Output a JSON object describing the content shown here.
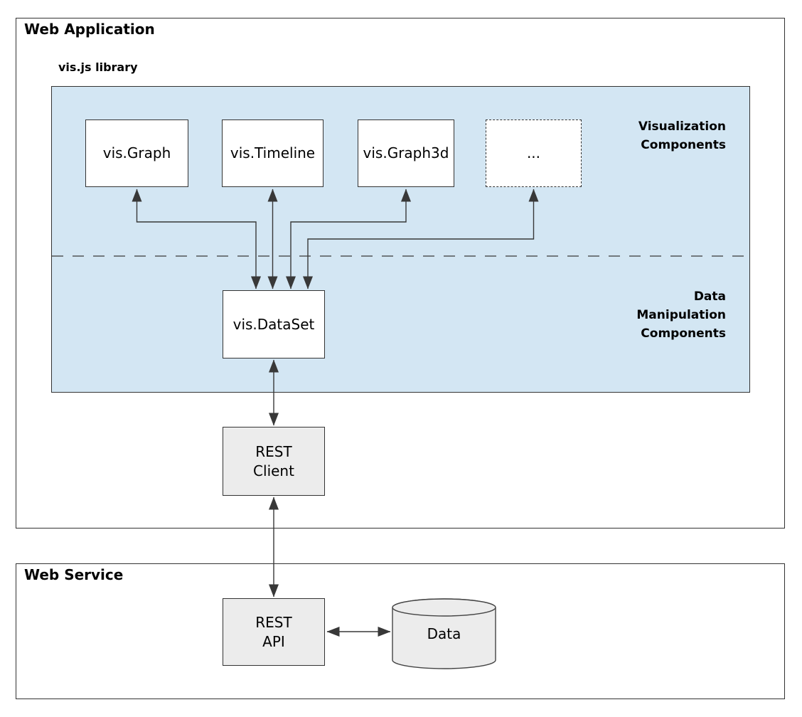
{
  "diagram": {
    "web_application": {
      "title": "Web Application",
      "library_label": "vis.js library",
      "visualization_components_label": "Visualization\nComponents",
      "data_manipulation_components_label": "Data\nManipulation\nComponents",
      "component_boxes": [
        {
          "label": "vis.Graph",
          "border": "solid"
        },
        {
          "label": "vis.Timeline",
          "border": "solid"
        },
        {
          "label": "vis.Graph3d",
          "border": "solid"
        },
        {
          "label": "...",
          "border": "dashed"
        }
      ],
      "dataset_box_label": "vis.DataSet",
      "rest_client_label": "REST\nClient"
    },
    "web_service": {
      "title": "Web Service",
      "rest_api_label": "REST\nAPI",
      "data_store_label": "Data"
    },
    "connections": [
      {
        "from": "vis.Graph",
        "to": "vis.DataSet",
        "bidirectional": true
      },
      {
        "from": "vis.Timeline",
        "to": "vis.DataSet",
        "bidirectional": true
      },
      {
        "from": "vis.Graph3d",
        "to": "vis.DataSet",
        "bidirectional": true
      },
      {
        "from": "...",
        "to": "vis.DataSet",
        "bidirectional": true
      },
      {
        "from": "vis.DataSet",
        "to": "REST Client",
        "bidirectional": true
      },
      {
        "from": "REST Client",
        "to": "REST API",
        "bidirectional": true
      },
      {
        "from": "REST API",
        "to": "Data",
        "bidirectional": true
      }
    ],
    "colors": {
      "panel_fill": "#d3e6f3",
      "box_fill_white": "#ffffff",
      "box_fill_gray": "#ececec",
      "line_color": "#383838",
      "border_color": "#333333",
      "text_color": "#000000"
    }
  }
}
